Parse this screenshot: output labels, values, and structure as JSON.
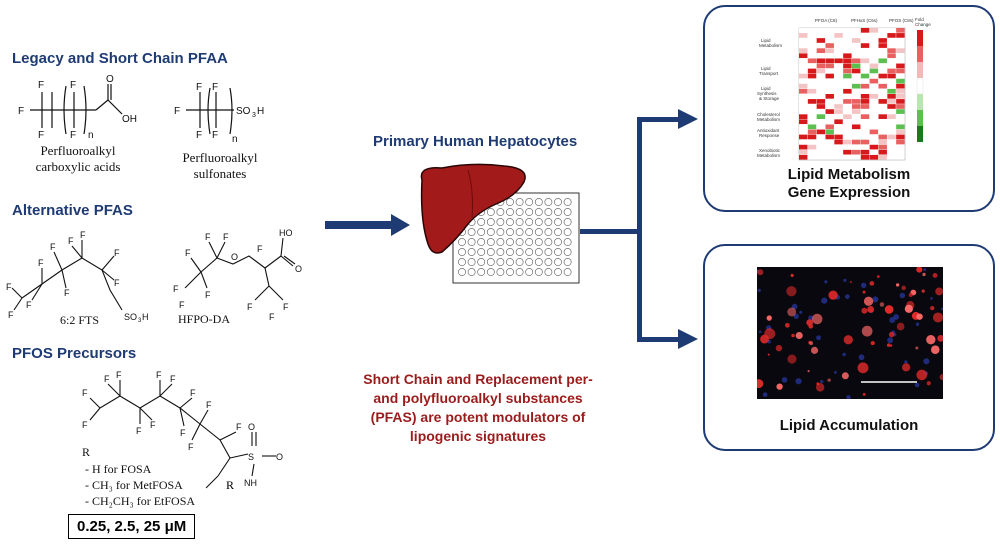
{
  "left": {
    "legacy_heading": "Legacy and Short Chain PFAA",
    "legacy_caption_1": "Perfluoroalkyl\ncarboxylic acids",
    "legacy_caption_2": "Perfluoroalkyl\nsulfonates",
    "alt_heading": "Alternative PFAS",
    "alt_label_1": "6:2 FTS",
    "alt_label_2": "HFPO-DA",
    "precursor_heading": "PFOS Precursors",
    "r_label": "R",
    "r_options": [
      "- H for FOSA",
      "- CH₃ for MetFOSA",
      "- CH₂CH₃ for EtFOSA"
    ],
    "concentrations": "0.25, 2.5, 25 μM"
  },
  "center": {
    "title": "Primary Human Hepatocytes",
    "conclusion": "Short Chain and Replacement per-\nand polyfluoroalkyl substances\n(PFAS) are potent modulators of\nlipogenic signatures"
  },
  "right": {
    "top_label": "Lipid Metabolism\nGene Expression",
    "bottom_label": "Lipid Accumulation"
  },
  "colors": {
    "navy": "#1f3b73",
    "dark_red": "#9b1c1c",
    "liver": "#a31a1a"
  }
}
